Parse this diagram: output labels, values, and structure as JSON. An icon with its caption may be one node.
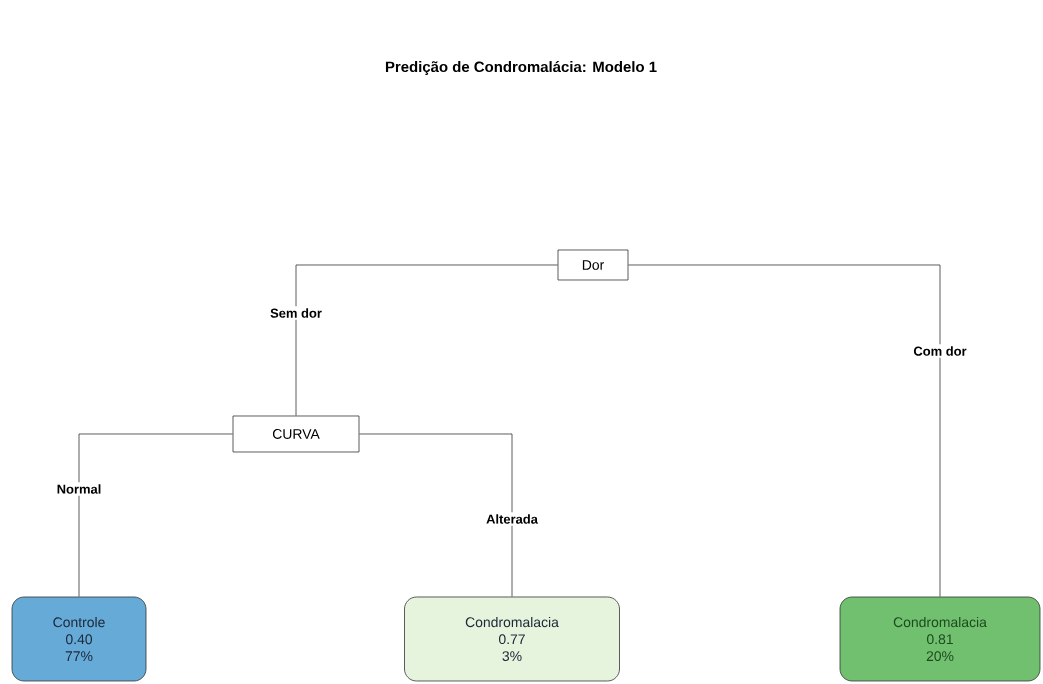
{
  "diagram": {
    "title": "Predição de Condromalácia: Modelo 1",
    "nodes": [
      {
        "text": [
          "Dor"
        ]
      },
      {
        "text": [
          "CURVA"
        ]
      },
      {
        "text": [
          "Controle",
          "0.40",
          "77%"
        ]
      },
      {
        "text": [
          "Condromalacia",
          "0.77",
          "3%"
        ]
      },
      {
        "text": [
          "Condromalacia",
          "0.81",
          "20%"
        ]
      }
    ],
    "edges": [
      {
        "from": 0,
        "to": 1,
        "arrow": "none",
        "label": "Sem dor"
      },
      {
        "from": 0,
        "to": 4,
        "arrow": "none",
        "label": "Com dor"
      },
      {
        "from": 1,
        "to": 2,
        "arrow": "none",
        "label": "Normal"
      },
      {
        "from": 1,
        "to": 3,
        "arrow": "none",
        "label": "Alterada"
      }
    ]
  }
}
